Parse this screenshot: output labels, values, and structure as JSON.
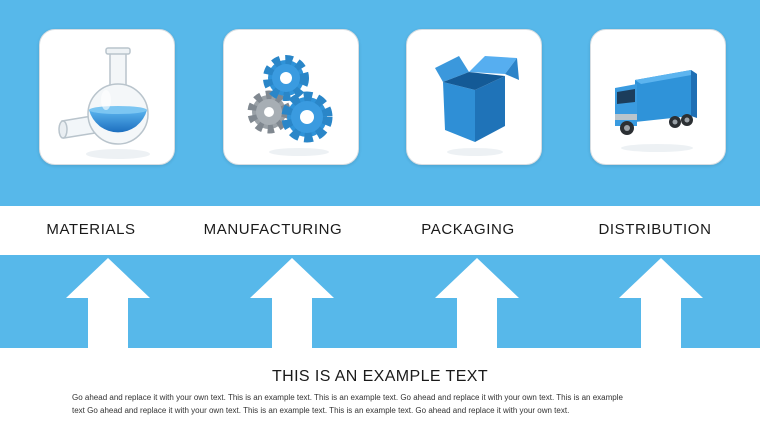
{
  "colors": {
    "band": "#57b8ea",
    "accent_blue": "#2f93d9",
    "text": "#1a1a1a"
  },
  "steps": [
    {
      "label": "MATERIALS",
      "icon": "flask-icon"
    },
    {
      "label": "MANUFACTURING",
      "icon": "gears-icon"
    },
    {
      "label": "PACKAGING",
      "icon": "box-icon"
    },
    {
      "label": "DISTRIBUTION",
      "icon": "truck-icon"
    }
  ],
  "footer": {
    "title": "THIS IS AN EXAMPLE TEXT",
    "body": "Go ahead and replace it with your own text. This is an example text. This is an example text. Go ahead and replace it with your own text. This is an example text Go ahead and replace it with your own text. This is an example text. This is an example text. Go ahead and replace it with your own text."
  }
}
